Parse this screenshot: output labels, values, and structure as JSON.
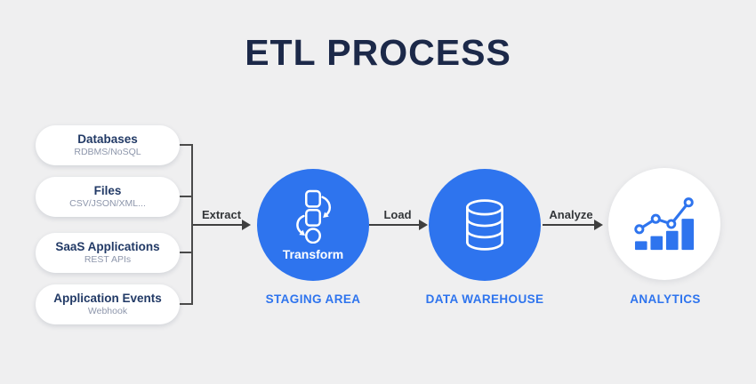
{
  "title": "ETL PROCESS",
  "sources": [
    {
      "label": "Databases",
      "sublabel": "RDBMS/NoSQL"
    },
    {
      "label": "Files",
      "sublabel": "CSV/JSON/XML..."
    },
    {
      "label": "SaaS Applications",
      "sublabel": "REST APIs"
    },
    {
      "label": "Application Events",
      "sublabel": "Webhook"
    }
  ],
  "arrows": [
    {
      "label": "Extract"
    },
    {
      "label": "Load"
    },
    {
      "label": "Analyze"
    }
  ],
  "stages": [
    {
      "label": "STAGING AREA",
      "inner_label": "Transform",
      "icon": "transform-flow-icon"
    },
    {
      "label": "DATA WAREHOUSE",
      "icon": "database-cylinder-icon"
    },
    {
      "label": "ANALYTICS",
      "icon": "bar-line-chart-icon"
    }
  ],
  "colors": {
    "background": "#efeff0",
    "title_navy": "#1c2949",
    "pill_label_navy": "#223a66",
    "pill_sublabel_gray": "#8d96ab",
    "stage_blue": "#2e74ee",
    "connector_dark": "#3f3f3f",
    "circle_icon_white": "#ffffff"
  }
}
